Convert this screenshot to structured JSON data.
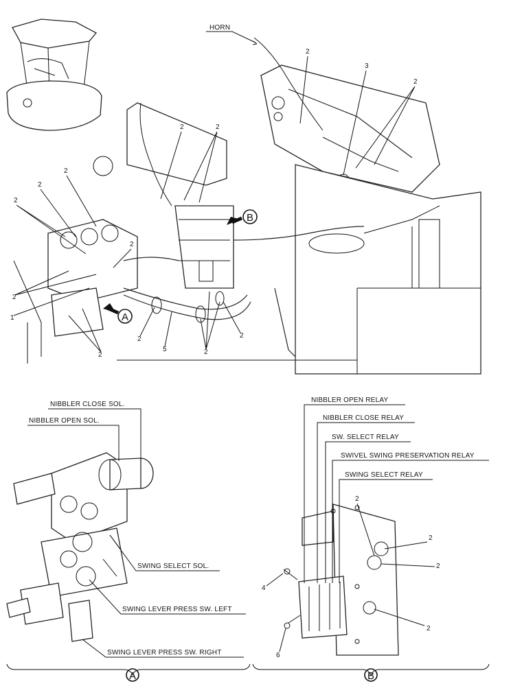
{
  "callouts_top": {
    "horn": "HORN",
    "c1": "1",
    "c2": "2",
    "c3": "3",
    "c5": "5",
    "view_a": "A",
    "view_b": "B"
  },
  "detail_a": {
    "nibbler_close_sol": "NIBBLER CLOSE SOL.",
    "nibbler_open_sol": "NIBBLER OPEN SOL.",
    "swing_select_sol": "SWING SELECT SOL.",
    "swing_lever_left": "SWING LEVER PRESS SW. LEFT",
    "swing_lever_right": "SWING LEVER PRESS SW. RIGHT",
    "marker": "A"
  },
  "detail_b": {
    "nibbler_open_relay": "NIBBLER OPEN RELAY",
    "nibbler_close_relay": "NIBBLER CLOSE RELAY",
    "sw_select_relay": "SW. SELECT RELAY",
    "swivel_swing_relay": "SWIVEL SWING PRESERVATION RELAY",
    "swing_select_relay": "SWING SELECT RELAY",
    "c2": "2",
    "c4": "4",
    "c6": "6",
    "marker": "B"
  }
}
